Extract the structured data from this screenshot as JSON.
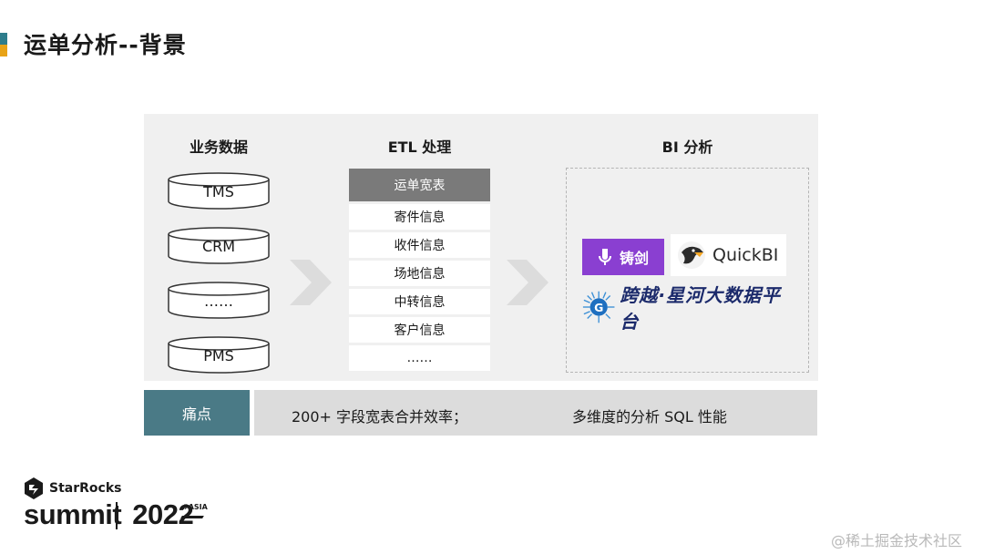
{
  "page": {
    "title": "运单分析--背景"
  },
  "columns": {
    "business": "业务数据",
    "etl": "ETL 处理",
    "bi": "BI 分析"
  },
  "business_sources": [
    "TMS",
    "CRM",
    "……",
    "PMS"
  ],
  "etl_table": {
    "header": "运单宽表",
    "rows": [
      "寄件信息",
      "收件信息",
      "场地信息",
      "中转信息",
      "客户信息",
      "……"
    ]
  },
  "bi_tools": {
    "zhujian": "铸剑",
    "quickbi": "QuickBI",
    "kuayue": "跨越·星河大数据平台"
  },
  "pain_points": {
    "label": "痛点",
    "items": [
      "200+ 字段宽表合并效率；",
      "多维度的分析 SQL 性能"
    ]
  },
  "footer": {
    "brand": "StarRocks",
    "event": "summit",
    "year": "2022",
    "region": "#ASIA",
    "watermark": "@稀土掘金技术社区"
  },
  "colors": {
    "accent_teal": "#4a7a86",
    "marker_yellow": "#e8a317",
    "zhujian_purple": "#8a3fd1",
    "etl_header_gray": "#7a7a7a"
  },
  "icons": [
    "starrocks-logo-icon",
    "zhujian-logo-icon",
    "quickbi-bird-icon",
    "kuayue-g-icon",
    "chevron-right-icon"
  ]
}
